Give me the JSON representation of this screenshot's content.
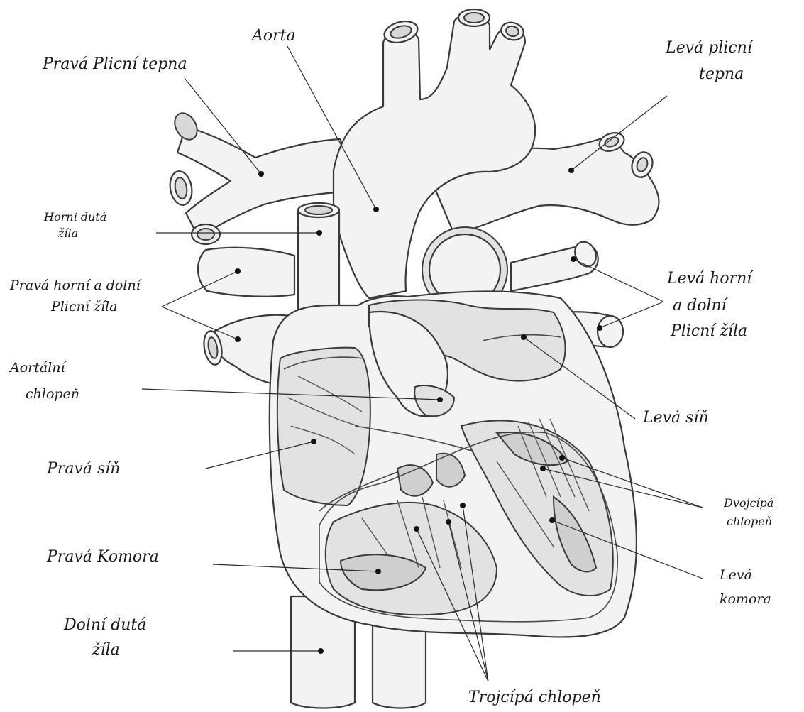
{
  "labels": {
    "aorta": "Aorta",
    "right_pulmonary_artery": "Pravá Plicní tepna",
    "left_pulmonary_artery_1": "Levá plicní",
    "left_pulmonary_artery_2": "tepna",
    "superior_vena_cava_1": "Horní dutá",
    "superior_vena_cava_2": "žíla",
    "right_pulmonary_veins_1": "Pravá horní a dolní",
    "right_pulmonary_veins_2": "Plicní žíla",
    "left_pulmonary_veins_1": "Levá horní",
    "left_pulmonary_veins_2": "a dolní",
    "left_pulmonary_veins_3": "Plicní žíla",
    "aortic_valve_1": "Aortální",
    "aortic_valve_2": "chlopeň",
    "left_atrium": "Levá síň",
    "right_atrium": "Pravá síň",
    "mitral_valve_1": "Dvojcípá",
    "mitral_valve_2": "chlopeň",
    "right_ventricle": "Pravá Komora",
    "left_ventricle_1": "Levá",
    "left_ventricle_2": "komora",
    "inferior_vena_cava_1": "Dolní dutá",
    "inferior_vena_cava_2": "žíla",
    "tricuspid_valve": "Trojcípá chlopeň"
  }
}
